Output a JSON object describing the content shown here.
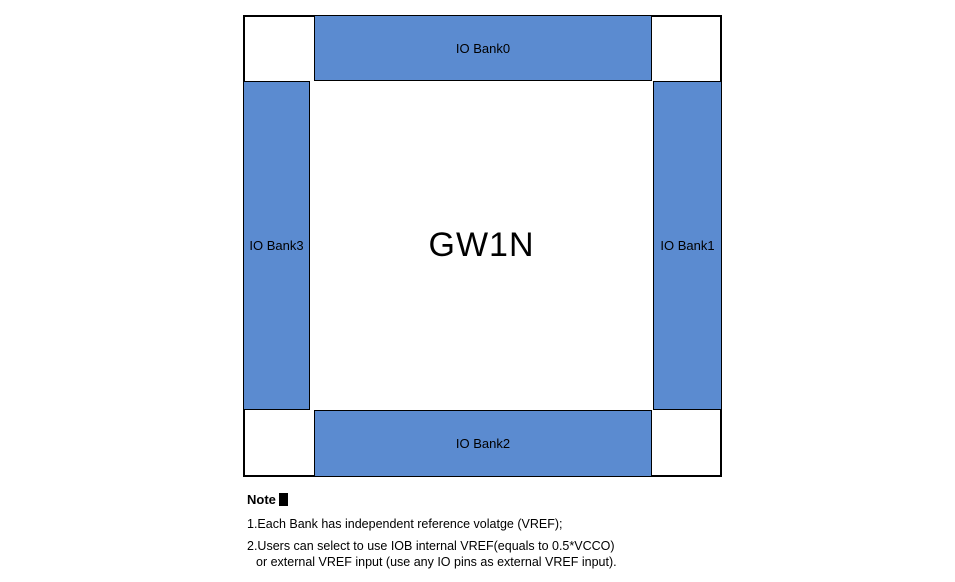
{
  "diagram": {
    "center_label": "GW1N",
    "bank_fill_color": "#5b8bd0",
    "banks": {
      "top": "IO Bank0",
      "right": "IO Bank1",
      "bottom": "IO Bank2",
      "left": "IO Bank3"
    }
  },
  "notes": {
    "title": "Note",
    "marker": "■",
    "items": [
      "1.Each Bank has independent reference volatge (VREF);",
      "2.Users can select to use IOB internal VREF(equals to 0.5*VCCO)",
      "or external VREF input (use any IO pins as external VREF input)."
    ]
  }
}
